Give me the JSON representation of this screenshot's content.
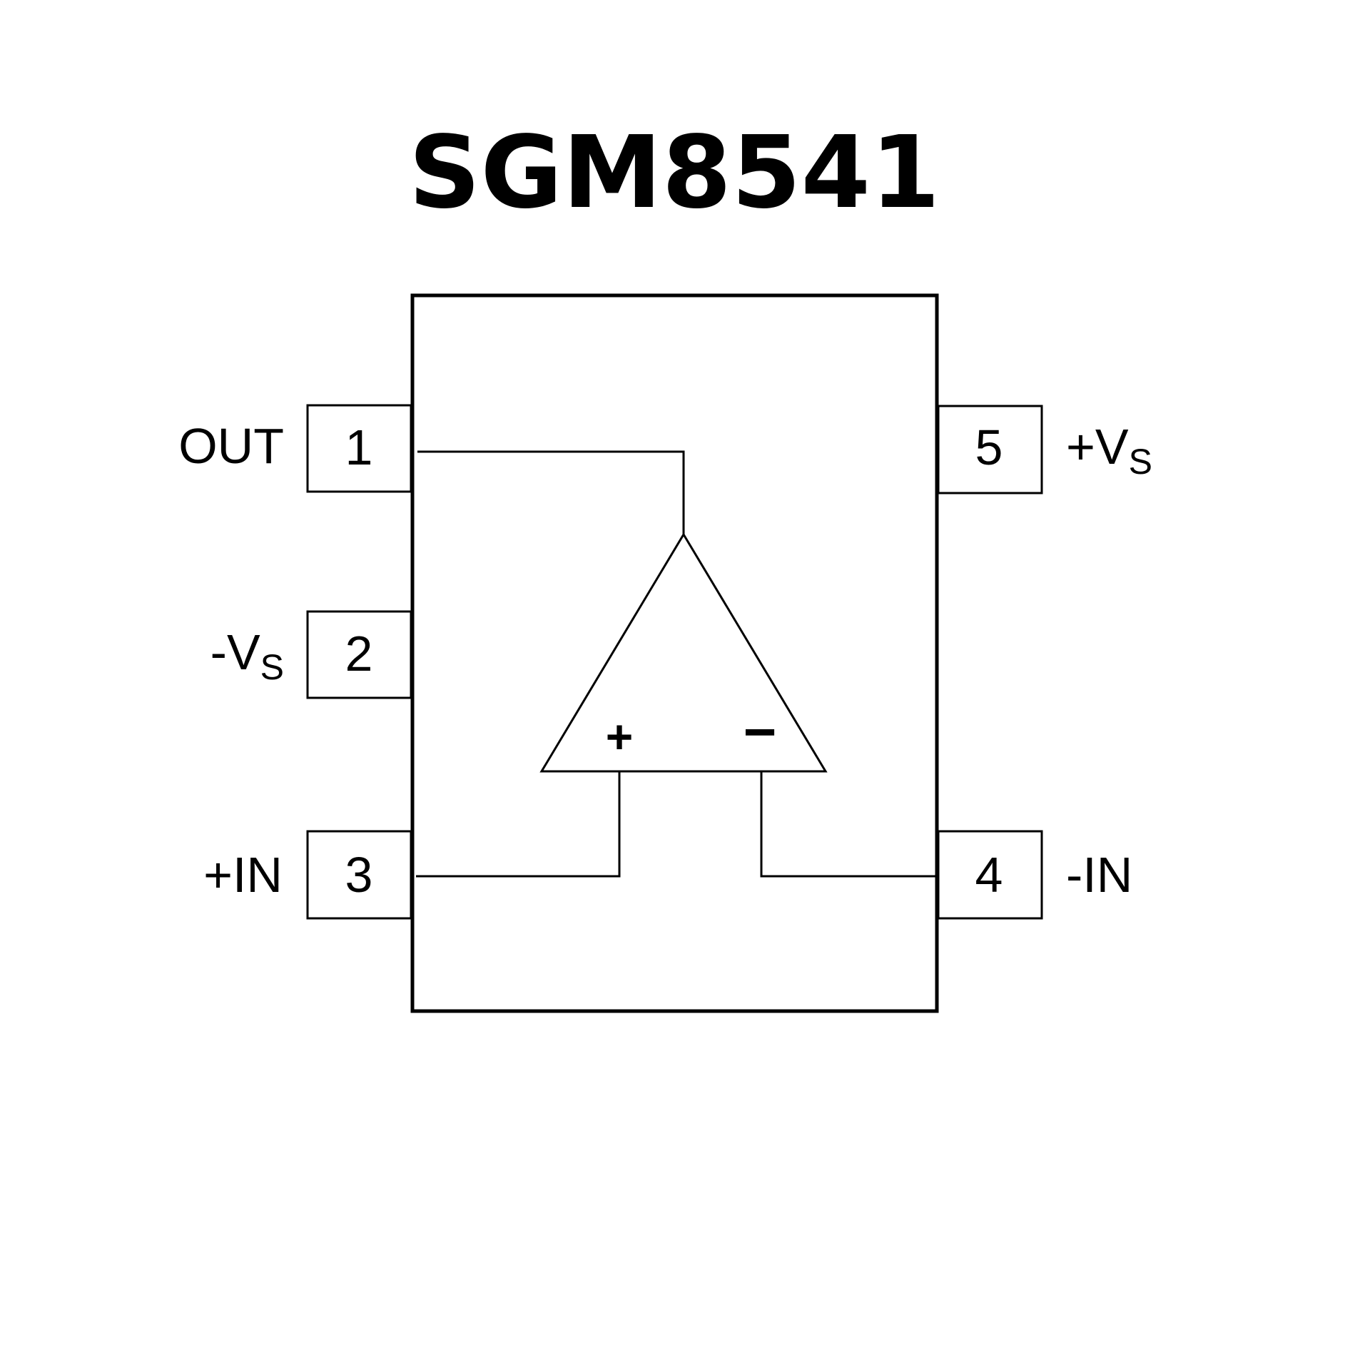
{
  "title": "SGM8541",
  "pins": [
    {
      "number": "1",
      "name": "OUT"
    },
    {
      "number": "2",
      "name": "-V",
      "sub": "S"
    },
    {
      "number": "3",
      "name": "+IN"
    },
    {
      "number": "4",
      "name": "-IN"
    },
    {
      "number": "5",
      "name": "+V",
      "sub": "S"
    }
  ],
  "opamp": {
    "plus": "+",
    "minus": "−"
  },
  "colors": {
    "line": "#000000",
    "background": "#ffffff"
  }
}
